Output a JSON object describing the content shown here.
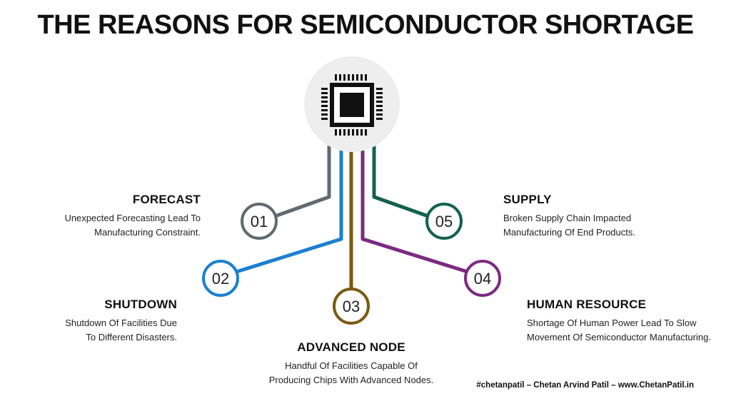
{
  "title": "THE REASONS FOR SEMICONDUCTOR SHORTAGE",
  "center_icon": "chip-icon",
  "nodes": [
    {
      "number": "01",
      "heading": "FORECAST",
      "line1": "Unexpected Forecasting Lead To",
      "line2": "Manufacturing Constraint.",
      "color": "#5f6b70"
    },
    {
      "number": "02",
      "heading": "SHUTDOWN",
      "line1": "Shutdown Of Facilities Due",
      "line2": "To Different Disasters.",
      "color": "#1b7fd1"
    },
    {
      "number": "03",
      "heading": "ADVANCED NODE",
      "line1": "Handful Of Facilities Capable Of",
      "line2": "Producing Chips With Advanced Nodes.",
      "color": "#7a5a12"
    },
    {
      "number": "04",
      "heading": "HUMAN RESOURCE",
      "line1": "Shortage Of Human Power Lead To Slow",
      "line2": "Movement Of Semiconductor Manufacturing.",
      "color": "#7b2a82"
    },
    {
      "number": "05",
      "heading": "SUPPLY",
      "line1": "Broken Supply Chain Impacted",
      "line2": "Manufacturing Of End Products.",
      "color": "#14604f"
    }
  ],
  "footer": "#chetanpatil – Chetan Arvind Patil – www.ChetanPatil.in"
}
